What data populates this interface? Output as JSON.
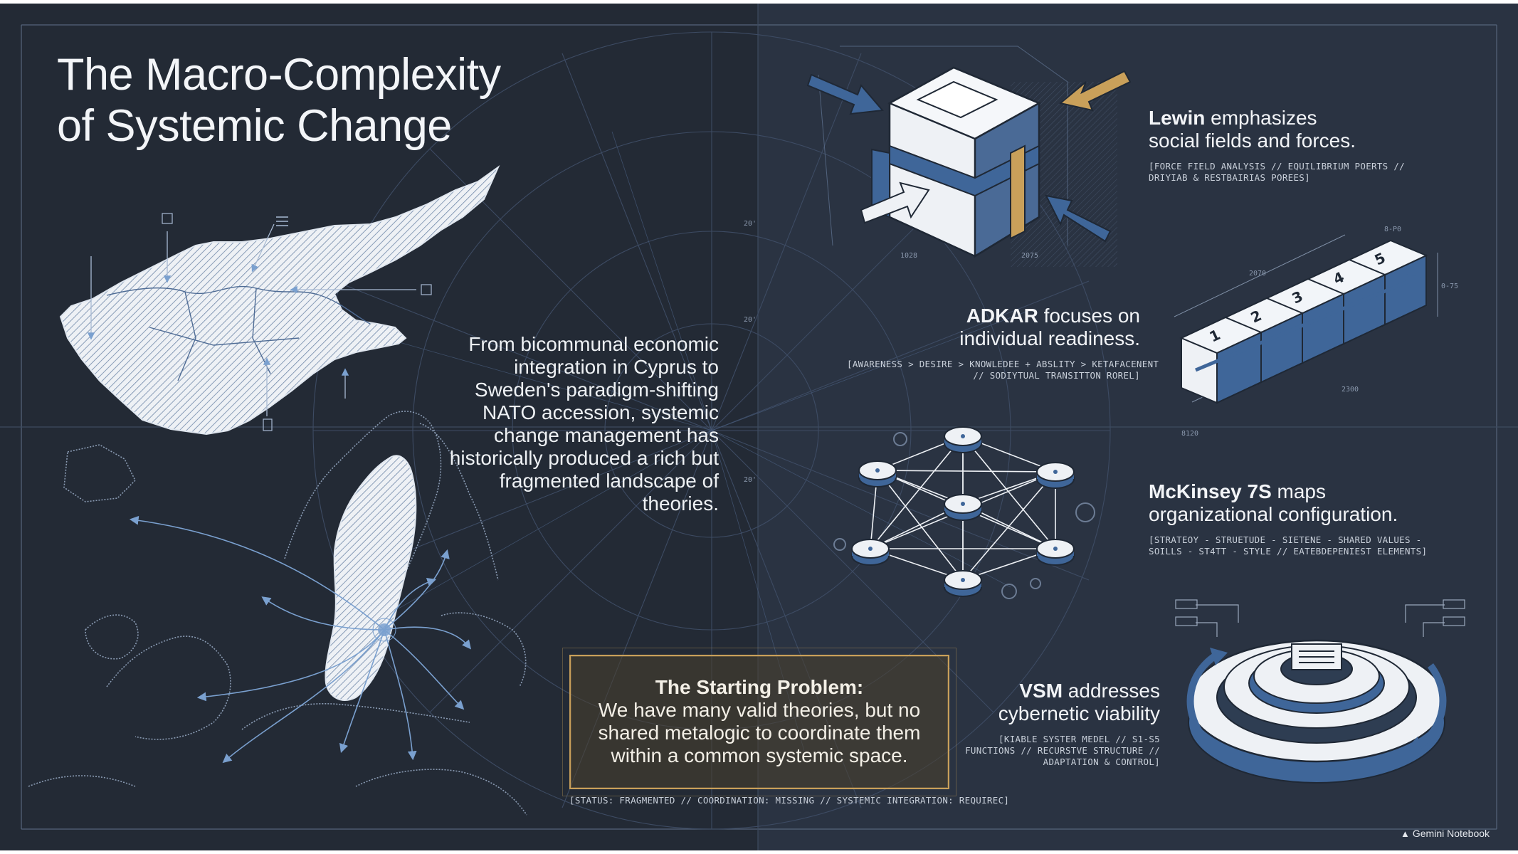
{
  "title": {
    "line1": "The Macro-Complexity",
    "line2": "of Systemic Change"
  },
  "intro": "From bicommunal economic integration in Cyprus to Sweden's paradigm-shifting NATO accession, systemic change management has historically produced a rich but fragmented landscape of theories.",
  "problem": {
    "heading": "The Starting Problem:",
    "body": "We have many valid theories, but no shared metalogic to coordinate them within a common systemic space.",
    "status": "[STATUS: FRAGMENTED // COORDINATION: MISSING // SYSTEMIC INTEGRATION: REQUIREC]"
  },
  "theories": {
    "lewin": {
      "name": "Lewin",
      "rest1": " emphasizes",
      "line2": "social fields and forces.",
      "meta1": "[FORCE FIELD ANALYSIS // EQUILIBRIUM POERTS //",
      "meta2": "DRIYIAB & RESTBAIRIAS POREES]"
    },
    "adkar": {
      "name": "ADKAR",
      "rest1": " focuses on",
      "line2": "individual readiness.",
      "meta1": "[AWARENESS > DESIRE > KNOWLEDEE + ABSLITY > KETAFACENENT",
      "meta2": "// SODIYTUAL TRANSITTON ROREL]"
    },
    "mckinsey": {
      "name": "McKinsey 7S",
      "rest1": " maps",
      "line2": "organizational configuration.",
      "meta1": "[STRATEOY - STRUETUDE - SIETENE - SHARED VALUES -",
      "meta2": "SOILLS - ST4TT - STYLE // EATEBDEPENIEST ELEMENTS]"
    },
    "vsm": {
      "name": "VSM",
      "rest1": " addresses",
      "line2": "cybernetic viability",
      "meta1": "[KIABLE SYSTER MEDEL // S1-S5",
      "meta2": "FUNCTIONS // RECURSTVE STRUCTURE //",
      "meta3": "ADAPTATION & CONTROL]"
    }
  },
  "dimension_labels": [
    "1028",
    "2075",
    "2070",
    "8-P0",
    "0-75",
    "2300",
    "8120",
    "20'",
    "20'",
    "20'"
  ],
  "step_numbers": [
    "1",
    "2",
    "3",
    "4",
    "5"
  ],
  "brand": "Gemini Notebook",
  "icons": [
    "cyprus-map-illustration",
    "scandinavia-map-illustration",
    "force-field-cube-icon",
    "adkar-step-blocks-icon",
    "mckinsey-7s-network-icon",
    "vsm-ring-system-icon",
    "gemini-spark-icon"
  ],
  "colors": {
    "background_left": "#232a35",
    "background_right": "#2a3342",
    "accent_blue": "#3f6699",
    "accent_gold": "#c9a05a",
    "text": "#f1f3f6"
  }
}
